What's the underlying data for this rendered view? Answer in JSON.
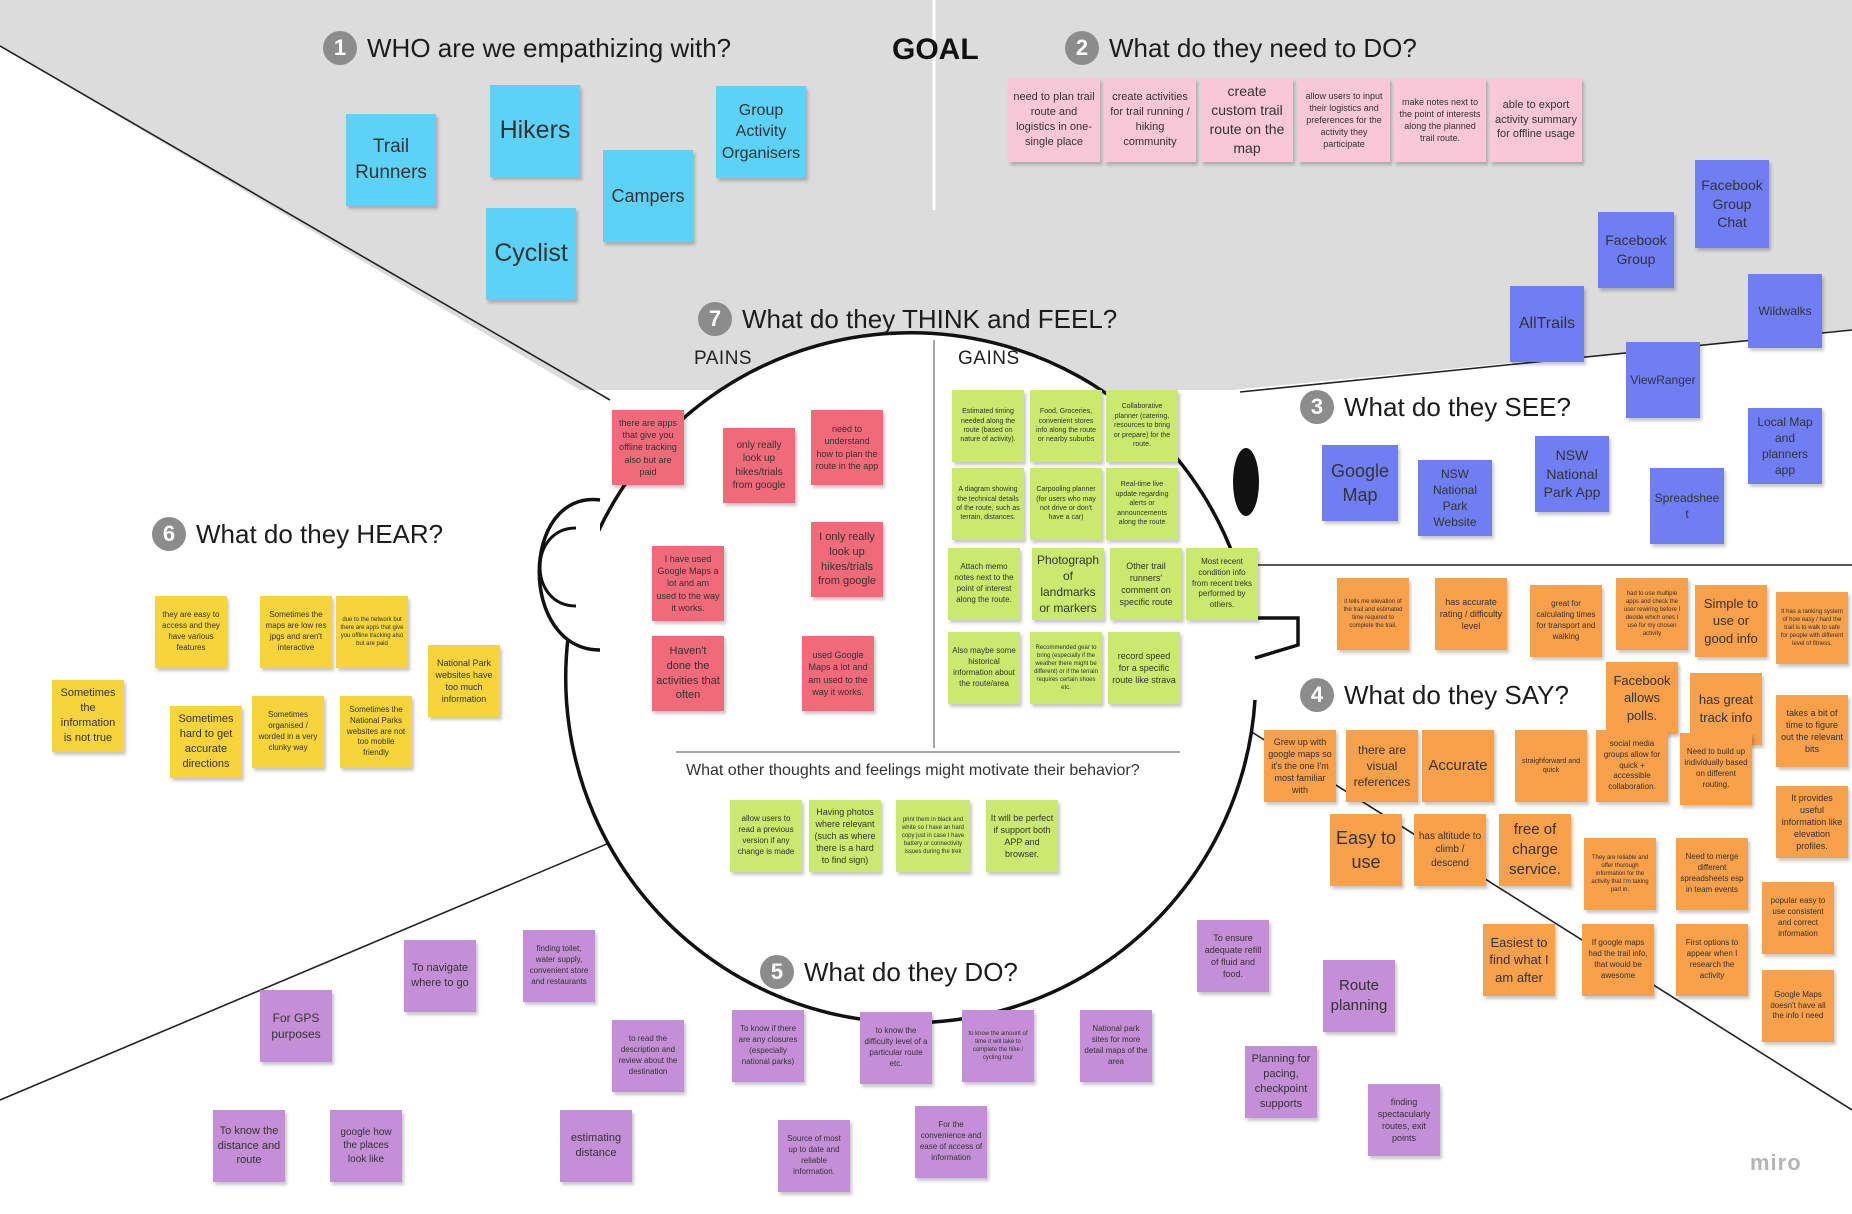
{
  "app": {
    "watermark": "miro"
  },
  "colors": {
    "blue": "#5cd2f7",
    "pink": "#f9c7d8",
    "purple": "#6f7ef2",
    "red": "#f06a7a",
    "green": "#c9ea6e",
    "yellow": "#f6d43a",
    "orange": "#f8a04a",
    "violet": "#c48fd6"
  },
  "goal": {
    "label": "GOAL"
  },
  "sections": {
    "who": {
      "number": "1",
      "title": "WHO are we empathizing with?"
    },
    "need": {
      "number": "2",
      "title": "What do they need to DO?"
    },
    "see": {
      "number": "3",
      "title": "What do they SEE?"
    },
    "say": {
      "number": "4",
      "title": "What do they SAY?"
    },
    "do": {
      "number": "5",
      "title": "What do they DO?"
    },
    "hear": {
      "number": "6",
      "title": "What do they HEAR?"
    },
    "think": {
      "number": "7",
      "title": "What do they THINK and FEEL?"
    }
  },
  "think": {
    "pains_label": "PAINS",
    "gains_label": "GAINS",
    "motivate_question": "What other thoughts and feelings might motivate their behavior?"
  },
  "notes": {
    "who": [
      "Trail Runners",
      "Hikers",
      "Cyclist",
      "Campers",
      "Group Activity Organisers"
    ],
    "need": [
      "need to plan trail route and logistics in one-single place",
      "create activities for trail running / hiking community",
      "create custom trail route on the map",
      "allow users to input their logistics and preferences for the activity they participate",
      "make notes next to the point of interests along the planned trail route.",
      "able to export activity summary for offline usage"
    ],
    "see": [
      "Facebook Group",
      "Facebook Group Chat",
      "AllTrails",
      "Wildwalks",
      "ViewRanger",
      "Google Map",
      "NSW National Park Website",
      "NSW National Park App",
      "Spreadsheet",
      "Local Map and planners app"
    ],
    "pains": [
      "there are apps that give you offline tracking also but are paid",
      "only really look up hikes/trials from google",
      "need to understand how to plan the route in the app",
      "I have used Google Maps a lot and am used to the way it works.",
      "I only really look up hikes/trials from google",
      "Haven't done the activities that often",
      "used Google Maps a lot and am used to the way it works."
    ],
    "gains": [
      "Estimated timing needed along the route (based on nature of activity).",
      "Food, Groceries, convenient stores info along the route or nearby suburbs",
      "Collaborative planner (catering, resources to bring or prepare) for the route.",
      "A diagram showing the technical details of the route, such as terrain, distances.",
      "Carpooling planner (for users who may not drive or don't have a car)",
      "Real-time live update regarding alerts or announcements along the route",
      "Attach memo notes next to the point of interest along the route.",
      "Photograph of landmarks or markers",
      "Other trail runners' comment on specific route",
      "Most recent condition info from recent treks performed by others.",
      "Also maybe some historical information about the route/area",
      "Recommended gear to bring (especially if the weather there might be different) or if the terrain requires certain shoes etc.",
      "record speed for a specific route like strava"
    ],
    "motivate": [
      "allow users to read a previous version if any change is made",
      "Having photos where relevant (such as where there is a hard to find sign)",
      "print them in black and white so I have an hard copy just in case I have battery or connectivity issues during the trek",
      "It will be perfect if support both APP and browser."
    ],
    "hear": [
      "they are easy to access and they have various features",
      "Sometimes the maps are low res jpgs and aren't interactive",
      "due to the network but there are apps that give you offline tracking also but are paid",
      "National Park websites have too much information",
      "Sometimes the information is not true",
      "Sometimes hard to get accurate directions",
      "Sometimes organised / worded in a very clunky way",
      "Sometimes the National Parks websites are not too mobile friendly"
    ],
    "say": [
      "it tells me elevation of the trail and estimated time required to complete the trail.",
      "has accurate rating / difficulty level",
      "great for calculating times for transport and walking",
      "had to use multiple apps and check the user rewiring before I decide which ones I use for my chosen activity",
      "Simple to use or good info",
      "It has a ranking system of how easy / hard the trail is to walk to safe for people with different level of fitness.",
      "Facebook allows polls.",
      "has great track info",
      "takes a bit of time to figure out the relevant bits",
      "Grew up with google maps so it's the one I'm most familiar with",
      "there are visual references",
      "Accurate",
      "straighforward and quick",
      "social media groups allow for quick + accessible collaboration.",
      "Need to build up individually based on different routing.",
      "It provides useful information like elevation profiles.",
      "Easy to use",
      "has altitude to climb / descend",
      "free of charge service.",
      "They are reliable and offer thorough information for the activity that I'm taking part in.",
      "Need to merge different spreadsheets esp in team events",
      "popular easy to use consistent and correct information",
      "Easiest to find what I am after",
      "If google maps had the trail info, that would be awesome",
      "First options to appear when I research the activity",
      "Google Maps doesn't have all the info I need"
    ],
    "do": [
      "To ensure adequate refill of fluid and food.",
      "Route planning",
      "Planning for pacing, checkpoint supports",
      "finding spectacularly routes, exit points",
      "To navigate where to go",
      "finding toilet, water supply, convenient store and restaurants",
      "For GPS purposes",
      "to read the description and review about the destination",
      "To know if there are any closures (especially national parks)",
      "to know the difficulty level of a particular route etc.",
      "to know the amount of time it will take to complete the hike / cycling tour",
      "National park sites for more detail maps of the area",
      "To know the distance and route",
      "google how the places look like",
      "estimating distance",
      "Source of most up to date and reliable information.",
      "For the convenience and ease of access of information"
    ]
  }
}
